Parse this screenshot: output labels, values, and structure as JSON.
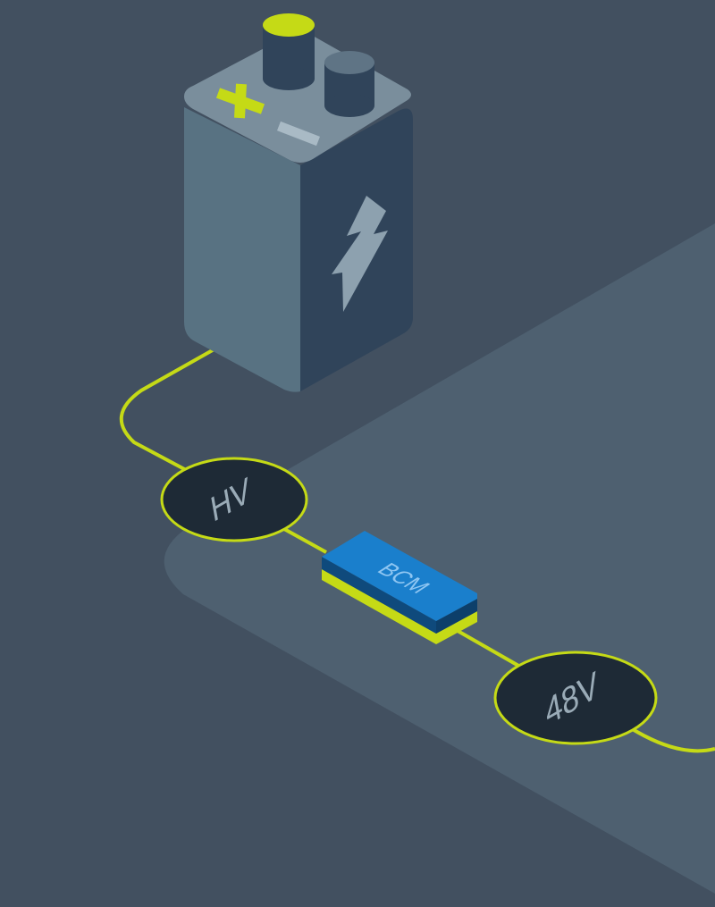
{
  "colors": {
    "background": "#425060",
    "floor": "#4e6070",
    "accent": "#c5da16",
    "battery_front": "#587282",
    "battery_side": "#30445a",
    "battery_top": "#7a8e9c",
    "node_fill": "#1e2a36",
    "node_text": "#9aabb7",
    "bcm_top": "#1a7fcc",
    "bcm_front": "#0f4a7c",
    "bcm_text": "#8fc6f2"
  },
  "icons": {
    "positive_terminal": "plus-icon",
    "negative_terminal": "minus-icon",
    "battery_symbol": "lightning-bolt-icon"
  },
  "diagram": {
    "nodes": {
      "hv": {
        "label": "HV"
      },
      "bcm": {
        "label": "BCM"
      },
      "out": {
        "label": "48V"
      }
    }
  }
}
